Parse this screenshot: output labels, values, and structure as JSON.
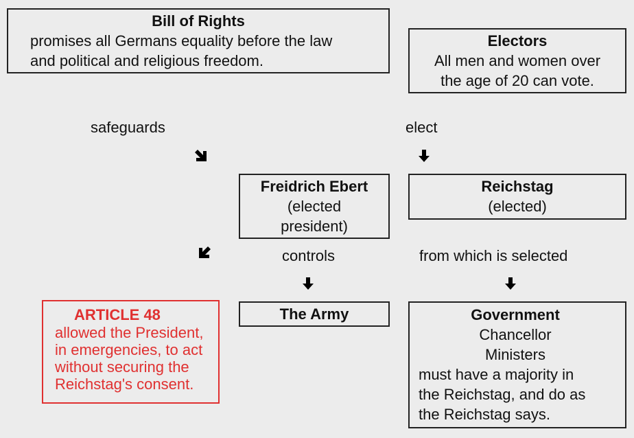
{
  "bill_of_rights": {
    "title": "Bill of Rights",
    "line1": "promises all Germans equality before the law",
    "line2": "and political and religious freedom."
  },
  "electors": {
    "title": "Electors",
    "line1": "All men and women over",
    "line2": "the age of 20 can vote."
  },
  "labels": {
    "safeguards": "safeguards",
    "elect": "elect",
    "controls": "controls",
    "from_which": "from which is selected"
  },
  "ebert": {
    "title": "Freidrich Ebert",
    "line1": "(elected",
    "line2": "president)"
  },
  "reichstag": {
    "title": "Reichstag",
    "line1": "(elected)"
  },
  "article48": {
    "title": "ARTICLE 48",
    "line1": "allowed the President,",
    "line2": "in emergencies, to act",
    "line3": "without securing the",
    "line4": "Reichstag's consent."
  },
  "army": {
    "title": "The Army"
  },
  "government": {
    "title": "Government",
    "line1": "Chancellor",
    "line2": "Ministers",
    "line3": "must have a majority in",
    "line4": "the Reichstag, and do as",
    "line5": "the Reichstag says."
  },
  "colors": {
    "border": "#222222",
    "article_red": "#e03030",
    "background": "#ececec"
  }
}
